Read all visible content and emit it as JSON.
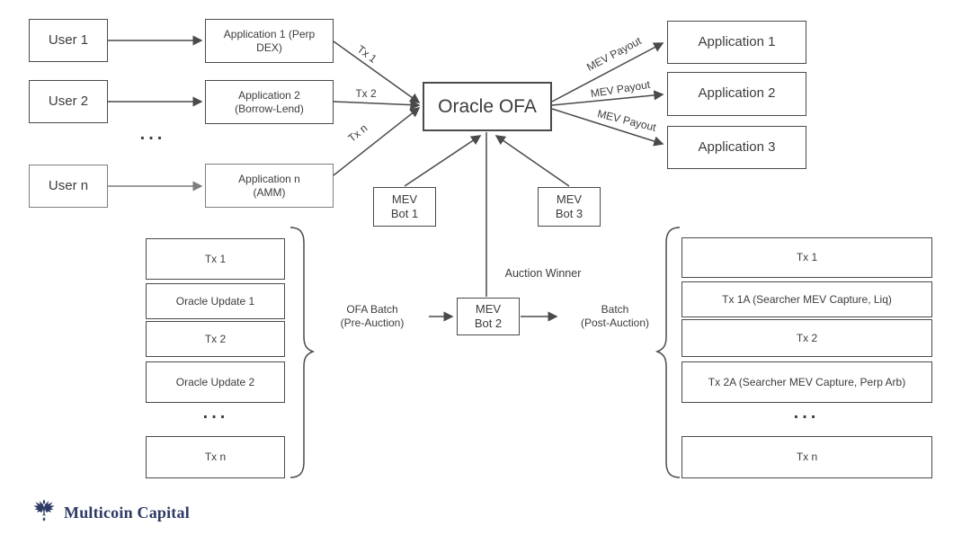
{
  "users": [
    "User 1",
    "User 2",
    "User n"
  ],
  "users_ellipsis": "...",
  "apps_left": [
    "Application 1 (Perp\nDEX)",
    "Application 2\n(Borrow-Lend)",
    "Application n\n(AMM)"
  ],
  "oracle_label": "Oracle OFA",
  "tx_edge_labels": [
    "Tx 1",
    "Tx 2",
    "Tx n"
  ],
  "payout_labels": [
    "MEV Payout",
    "MEV Payout",
    "MEV Payout"
  ],
  "apps_right": [
    "Application 1",
    "Application 2",
    "Application 3"
  ],
  "mev_bots": {
    "bot1": "MEV\nBot 1",
    "bot2": "MEV\nBot 2",
    "bot3": "MEV\nBot 3"
  },
  "auction_winner_label": "Auction Winner",
  "pre_auction_label": "OFA Batch\n(Pre-Auction)",
  "post_auction_label": "Batch\n(Post-Auction)",
  "left_batch": {
    "rows": [
      "Tx 1",
      "Oracle Update 1",
      "Tx 2",
      "Oracle Update 2",
      "Tx n"
    ],
    "ellipsis": "..."
  },
  "right_batch": {
    "rows": [
      "Tx 1",
      "Tx 1A (Searcher MEV Capture, Liq)",
      "Tx 2",
      "Tx 2A (Searcher MEV Capture, Perp Arb)",
      "Tx n"
    ],
    "ellipsis": "..."
  },
  "logo": {
    "brand": "Multicoin Capital",
    "icon": "phoenix-bird-icon",
    "color": "#2d3a64"
  },
  "colors": {
    "stroke_dark": "#4a4a4a",
    "stroke_gray": "#7e7e7e",
    "text": "#3c3c3c",
    "background": "#ffffff"
  }
}
